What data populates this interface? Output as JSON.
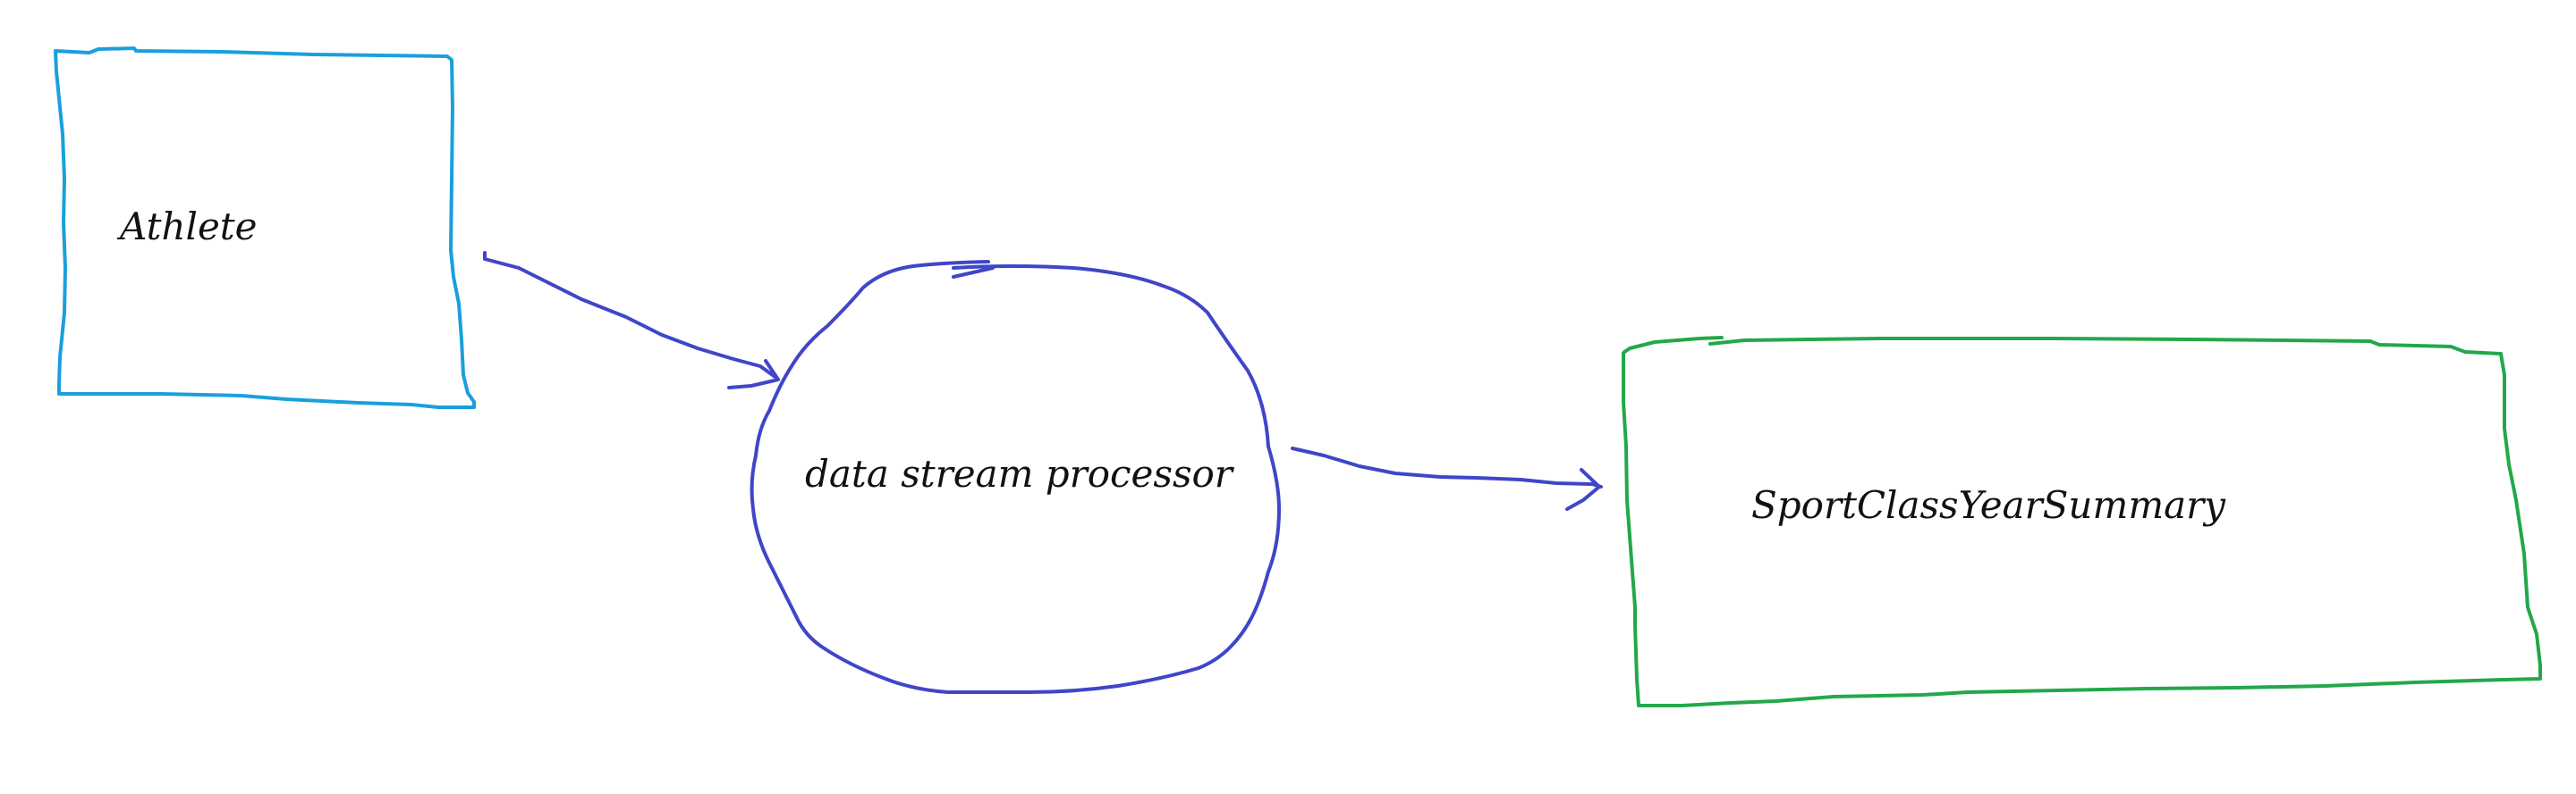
{
  "diagram": {
    "nodes": [
      {
        "id": "athlete",
        "label": "Athlete",
        "shape": "rectangle",
        "color": "#1a9fdd"
      },
      {
        "id": "processor",
        "label": "data stream processor",
        "shape": "circle",
        "color": "#3f46c8"
      },
      {
        "id": "summary",
        "label": "SportClassYearSummary",
        "shape": "rectangle",
        "color": "#22a84a"
      }
    ],
    "edges": [
      {
        "from": "athlete",
        "to": "processor",
        "color": "#3f46c8"
      },
      {
        "from": "processor",
        "to": "summary",
        "color": "#3f46c8"
      }
    ],
    "text_color": "#111111",
    "background": "#ffffff"
  }
}
